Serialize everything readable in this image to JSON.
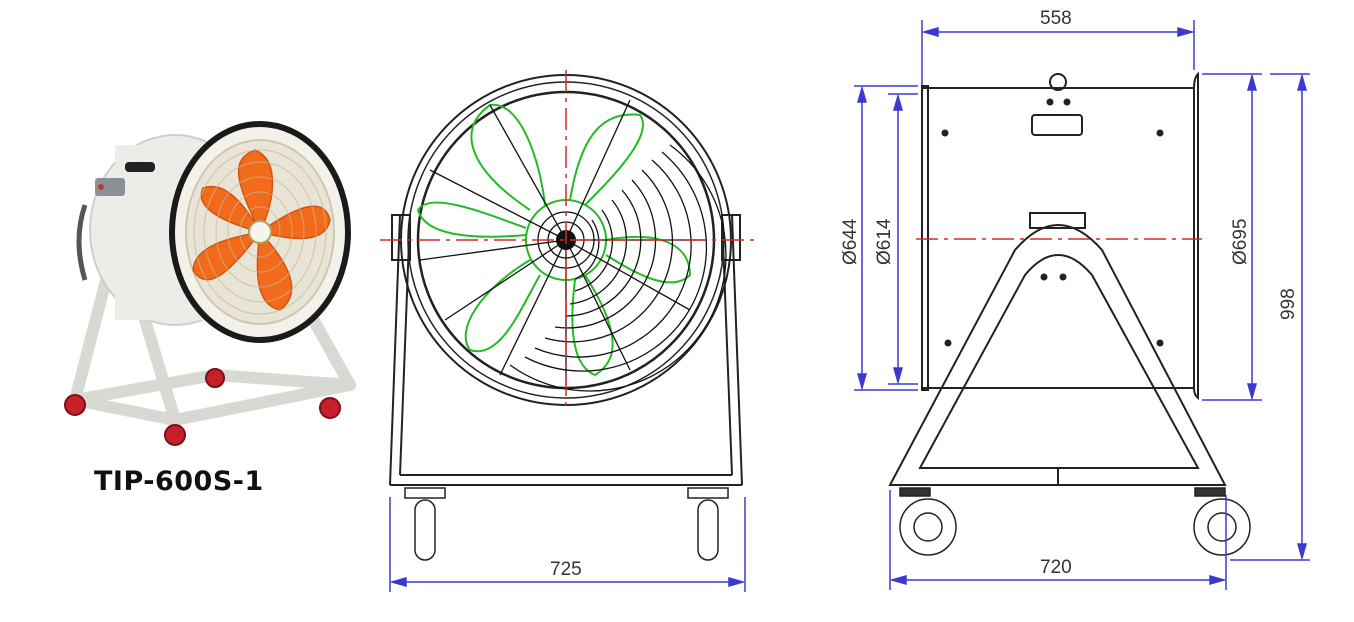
{
  "product": {
    "model": "TIP-600S-1",
    "photo_alt": "Portable industrial axial fan with orange blades on wheeled stand"
  },
  "front_view": {
    "title": "front-view-drawing",
    "dimensions": {
      "width_label": "725"
    }
  },
  "side_view": {
    "title": "side-view-drawing",
    "dimensions": {
      "depth_label": "558",
      "base_width_label": "720",
      "outer_diameter_label": "Ø644",
      "inner_diameter_label": "Ø614",
      "flange_diameter_label": "Ø695",
      "height_label": "998"
    }
  },
  "colors": {
    "dimension_line": "#3a3ad0",
    "center_line": "#d42a2a",
    "blade_outline": "#22bb22",
    "drawing_line": "#222222",
    "fan_blade": "#f26a1b",
    "fan_body": "#e8e8e4",
    "wheel": "#c8202a"
  }
}
